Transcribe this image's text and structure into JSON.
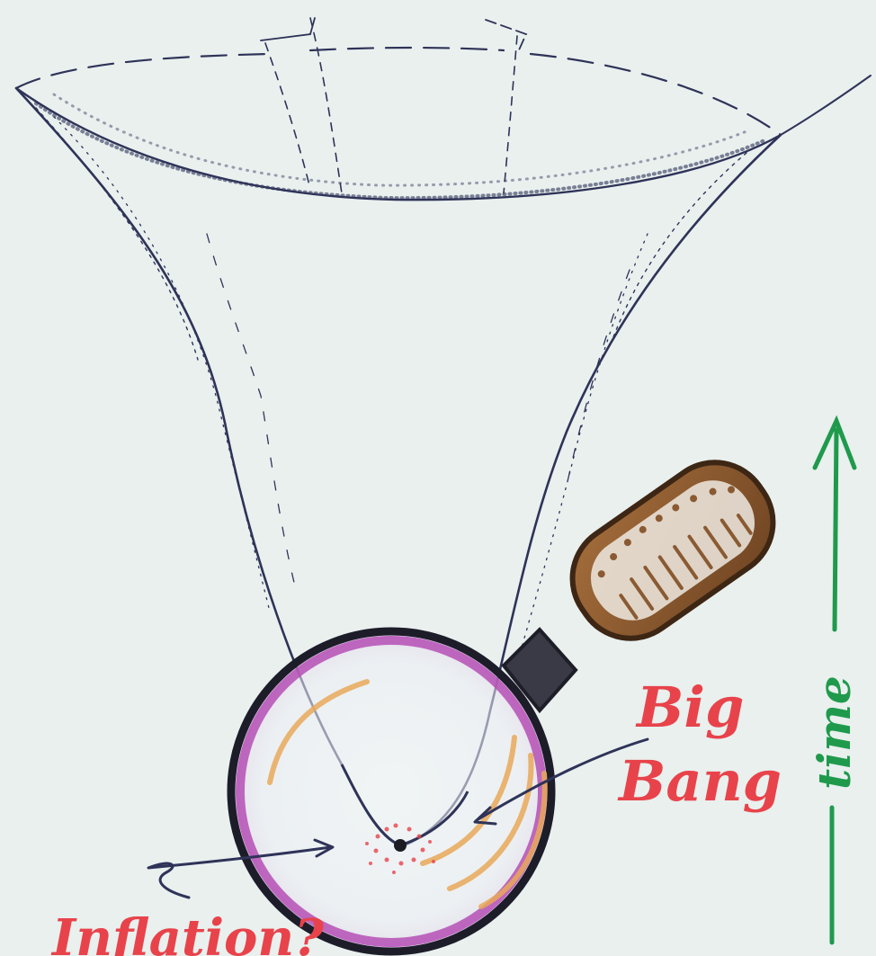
{
  "labels": {
    "big": "Big",
    "bang": "Bang",
    "time": "time",
    "inflation": "Inflation?"
  },
  "colors": {
    "paper": "#e9f0ee",
    "ink": "#2f3358",
    "red": "#e8434b",
    "green": "#1f9a4c",
    "magenta": "#b54fb5",
    "orange": "#e9a95a",
    "handle": "#8a5a32"
  },
  "icons": {
    "funnel": "expanding-universe-funnel",
    "glass": "magnifying-glass",
    "arrow": "time-arrow"
  }
}
